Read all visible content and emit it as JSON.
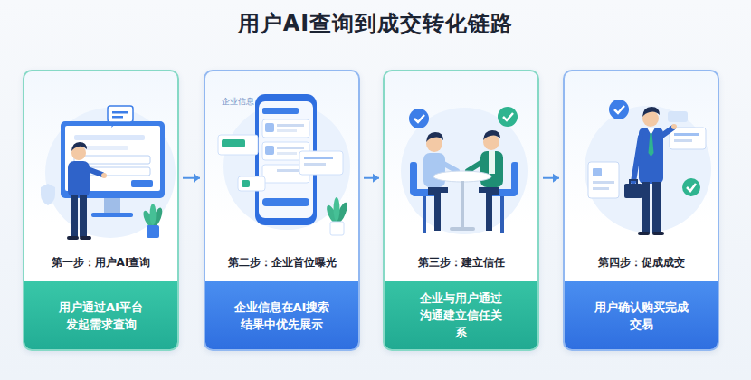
{
  "diagram": {
    "title": "用户AI查询到成交转化链路",
    "nodes": [
      {
        "text": [
          "第一步：用户AI查询"
        ]
      },
      {
        "text": [
          "用户通过AI平台发起需求查询"
        ],
        "in": 0
      },
      {
        "text": [
          "第二步：企业首位曝光"
        ]
      },
      {
        "text": [
          "企业信息在AI搜索结果中优先展示"
        ],
        "in": 2
      },
      {
        "text": [
          "第三步：建立信任"
        ]
      },
      {
        "text": [
          "企业与用户通过沟通建立信任关系"
        ],
        "in": 4
      },
      {
        "text": [
          "第四步：促成成交"
        ]
      },
      {
        "text": [
          "用户确认购买完成交易"
        ],
        "in": 6
      }
    ],
    "edges": [
      {
        "from": 0,
        "to": 2,
        "arrow": "to"
      },
      {
        "from": 2,
        "to": 4,
        "arrow": "to"
      },
      {
        "from": 4,
        "to": 6,
        "arrow": "to"
      }
    ],
    "labels": [
      "企业信息"
    ]
  }
}
